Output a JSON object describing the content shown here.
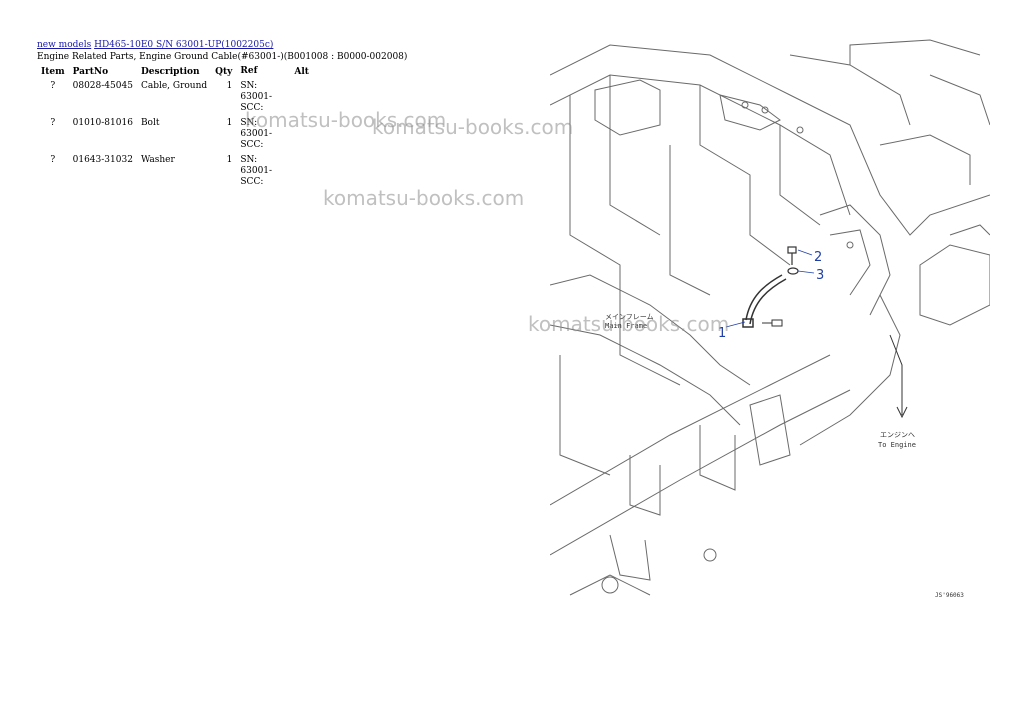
{
  "header": {
    "link1": "new models",
    "link2": "HD465-10E0 S/N 63001-UP(1002205c)",
    "subtitle": "Engine Related Parts, Engine Ground Cable(#63001-)(B001008 : B0000-002008)"
  },
  "table": {
    "columns": [
      "Item",
      "PartNo",
      "Description",
      "Qty",
      "Ref",
      "Alt"
    ],
    "rows": [
      {
        "item": "?",
        "partno": "08028-45045",
        "description": "Cable, Ground",
        "qty": "1",
        "ref": "SN: 63001-SCC:",
        "alt": ""
      },
      {
        "item": "?",
        "partno": "01010-81016",
        "description": "Bolt",
        "qty": "1",
        "ref": "SN: 63001-SCC:",
        "alt": ""
      },
      {
        "item": "?",
        "partno": "01643-31032",
        "description": "Washer",
        "qty": "1",
        "ref": "SN: 63001-SCC:",
        "alt": ""
      }
    ]
  },
  "watermark": "komatsu-books.com",
  "diagram": {
    "label_main_frame_jp": "メインフレーム",
    "label_main_frame_en": "Main Frame",
    "label_engine_jp": "エンジンへ",
    "label_engine_en": "To Engine",
    "callouts": [
      "1",
      "2",
      "3"
    ],
    "figure_code": "JS'96063"
  },
  "colors": {
    "link": "#1a1aa6",
    "callout": "#1f3fa8",
    "line": "#6a6a6a"
  }
}
